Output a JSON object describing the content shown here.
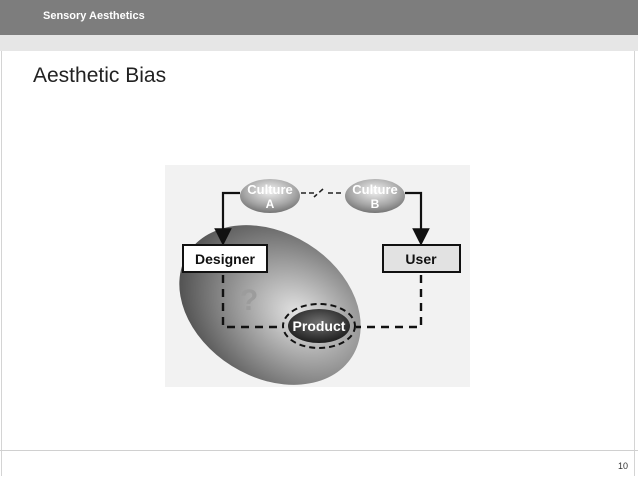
{
  "header": {
    "title": "Sensory Aesthetics"
  },
  "slide": {
    "title": "Aesthetic Bias",
    "page_number": "10"
  },
  "diagram": {
    "culture_a": {
      "line1": "Culture",
      "line2": "A"
    },
    "culture_b": {
      "line1": "Culture",
      "line2": "B"
    },
    "designer": "Designer",
    "user": "User",
    "product": "Product",
    "question": "?"
  }
}
